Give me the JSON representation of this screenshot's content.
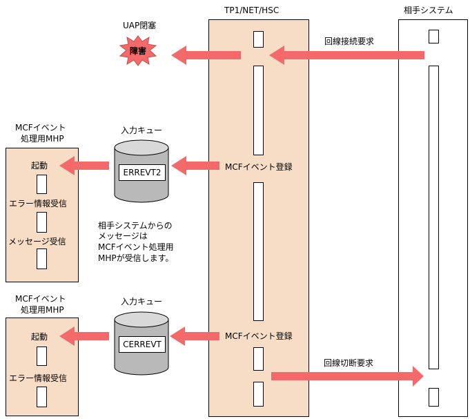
{
  "columns": {
    "tp1": "TP1/NET/HSC",
    "remote": "相手システム"
  },
  "uap_block": {
    "title": "UAP閉塞",
    "burst": "障害"
  },
  "messages": {
    "connect_request": "回線接続要求",
    "mcf_register_1": "MCFイベント登録",
    "mcf_register_2": "MCFイベント登録",
    "disconnect_request": "回線切断要求"
  },
  "handler1": {
    "title_line1": "MCFイベント",
    "title_line2": "処理用MHP",
    "start": "起動",
    "error_recv": "エラー情報受信",
    "msg_recv": "メッセージ受信"
  },
  "handler2": {
    "title_line1": "MCFイベント",
    "title_line2": "処理用MHP",
    "start": "起動",
    "error_recv": "エラー情報受信"
  },
  "queue1": {
    "title": "入力キュー",
    "name": "ERREVT2"
  },
  "queue2": {
    "title": "入力キュー",
    "name": "CERREVT"
  },
  "note": {
    "line1": "相手システムからの",
    "line2": "メッセージは",
    "line3": "MCFイベント処理用",
    "line4": "MHPが受信します。"
  },
  "colors": {
    "arrow": "#f46a6a",
    "panel_fill": "#f7dcc6",
    "cylinder": "#b9b9b9"
  }
}
